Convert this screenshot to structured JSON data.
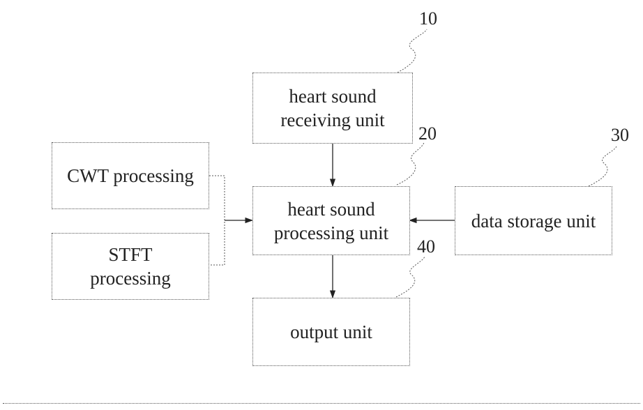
{
  "boxes": {
    "receiving": "heart sound\nreceiving unit",
    "processing": "heart sound\nprocessing unit",
    "storage": "data storage unit",
    "output": "output unit",
    "cwt": "CWT processing",
    "stft": "STFT\nprocessing"
  },
  "refs": {
    "r10": "10",
    "r20": "20",
    "r30": "30",
    "r40": "40"
  }
}
